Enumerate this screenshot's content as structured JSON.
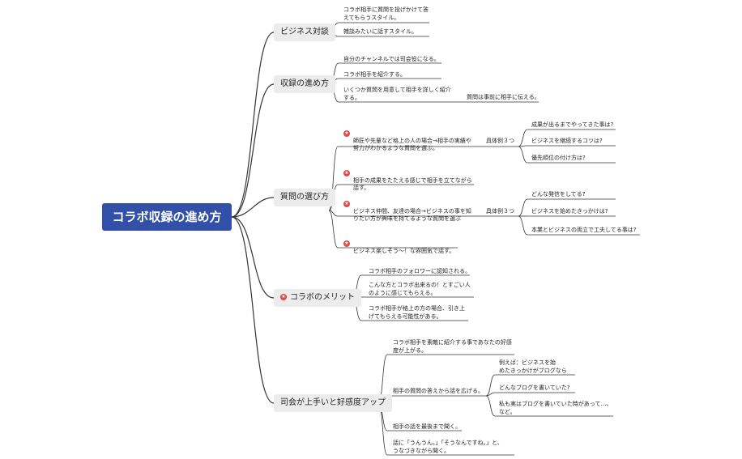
{
  "root": {
    "title": "コラボ収録の進め方"
  },
  "branches": {
    "business": "ビジネス対談",
    "recording": "収録の進め方",
    "questions": "質問の選び方",
    "merit": "コラボのメリット",
    "host": "司会が上手いと好感度アップ"
  },
  "business_leaves": [
    "コラボ相手に質問を投げかけて答\nえてもらうスタイル。",
    "雑談みたいに話すスタイル。"
  ],
  "recording_leaves": [
    "自分のチャンネルでは司会役になる。",
    "コラボ相手を紹介する。",
    "いくつか質問を用意して相手を詳しく紹介\nする。"
  ],
  "recording_sub": "質問は事前に相手に伝える。",
  "question_leaves": [
    "師匠や先輩など格上の人の場合→相手の実績や\n努力がわかるような質問を選ぶ。",
    "相手の成果をたたえる感じで相手を立てながら\n話す。",
    "ビジネス仲間、友達の場合→ビジネスの事を知\nりたい方が興味を持てるような質問を選ぶ",
    "ビジネス楽しそう〜！な雰囲気で話す。"
  ],
  "concrete_label_1": "具体例３つ",
  "concrete_label_2": "具体例３つ",
  "examples_1": [
    "成果が出るまでやってきた事は?",
    "ビジネスを継続するコツは?",
    "優先順位の付け方は?"
  ],
  "examples_2": [
    "どんな発信をしてる?",
    "ビジネスを始めたきっかけは?",
    "本業とビジネスの両立で工夫してる事は?"
  ],
  "merit_leaves": [
    "コラボ相手のフォロワーに認知される。",
    "こんな方とコラボ出来るの！とすごい人\nのように感じてもらえる。",
    "コラボ相手が格上の方の場合、引き上\nげてもらえる可能性がある。"
  ],
  "host_leaves": [
    "コラボ相手を素敵に紹介する事であなたの好感\n度が上がる。",
    "相手の質問の答えから話を広げる。",
    "相手の話を最後まで聞く。",
    "話に「うんうん。」「そうなんですね。」と、\nうなづきながら聞く。"
  ],
  "host_sub": [
    "例えば：ビジネスを始\nめたきっかけがブログなら",
    "どんなブログを書いていた?",
    "私も実はブログを書いていた時があって…、\nなど。"
  ],
  "colors": {
    "root": "#3350a8",
    "branch_bg": "#ececec",
    "line": "#333333",
    "star": "#e04a48"
  }
}
